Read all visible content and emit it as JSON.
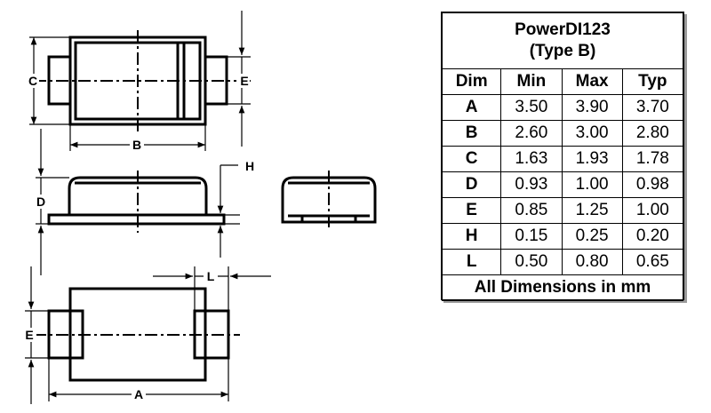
{
  "drawing": {
    "labels": {
      "top_c": "C",
      "top_e": "E",
      "top_b": "B",
      "side_d": "D",
      "side_h": "H",
      "bottom_l": "L",
      "bottom_e": "E",
      "bottom_a": "A"
    }
  },
  "table": {
    "title_line1": "PowerDI123",
    "title_line2": "(Type B)",
    "headers": [
      "Dim",
      "Min",
      "Max",
      "Typ"
    ],
    "rows": [
      [
        "A",
        "3.50",
        "3.90",
        "3.70"
      ],
      [
        "B",
        "2.60",
        "3.00",
        "2.80"
      ],
      [
        "C",
        "1.63",
        "1.93",
        "1.78"
      ],
      [
        "D",
        "0.93",
        "1.00",
        "0.98"
      ],
      [
        "E",
        "0.85",
        "1.25",
        "1.00"
      ],
      [
        "H",
        "0.15",
        "0.25",
        "0.20"
      ],
      [
        "L",
        "0.50",
        "0.80",
        "0.65"
      ]
    ],
    "footer": "All Dimensions in mm"
  }
}
